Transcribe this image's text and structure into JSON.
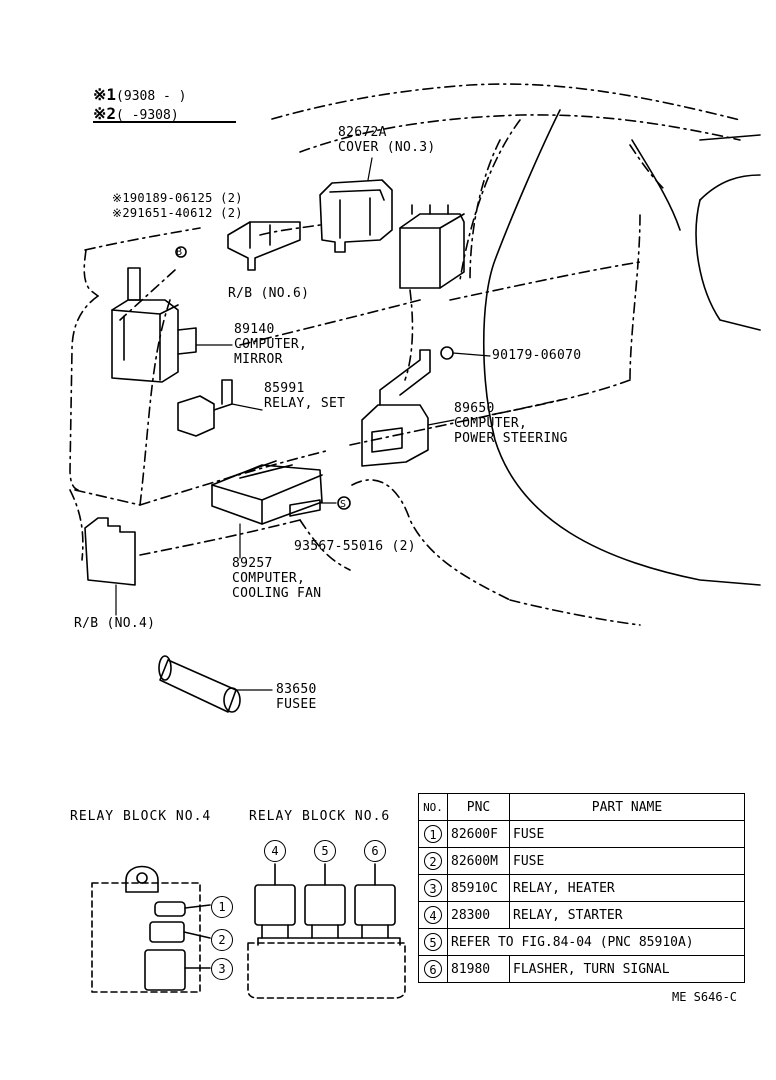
{
  "legend": {
    "row1_mark": "※1",
    "row1_text": "(9308 -      )",
    "row2_mark": "※2",
    "row2_text": "(      -9308)"
  },
  "callouts": {
    "cover_pnc": "82672A",
    "cover_name": "COVER (NO.3)",
    "bolt1": "※190189-06125 (2)",
    "bolt2": "※291651-40612 (2)",
    "rb6": "R/B (NO.6)",
    "mirror_pnc": "89140",
    "mirror_name1": "COMPUTER,",
    "mirror_name2": "MIRROR",
    "screw": "90179-06070",
    "relay_pnc": "85991",
    "relay_name": "RELAY, SET",
    "ps_pnc": "89650",
    "ps_name1": "COMPUTER,",
    "ps_name2": "POWER STEERING",
    "screw2": "93567-55016 (2)",
    "fan_pnc": "89257",
    "fan_name1": "COMPUTER,",
    "fan_name2": "COOLING FAN",
    "rb4": "R/B (NO.4)",
    "fusee_pnc": "83650",
    "fusee_name": "FUSEE"
  },
  "blocks": {
    "relay4_title": "RELAY BLOCK NO.4",
    "relay6_title": "RELAY BLOCK NO.6",
    "markers4": [
      "1",
      "2",
      "3"
    ],
    "markers6": [
      "4",
      "5",
      "6"
    ]
  },
  "table": {
    "headers": [
      "NO.",
      "PNC",
      "PART NAME"
    ],
    "rows": [
      {
        "no": "1",
        "pnc": "82600F",
        "name": "FUSE"
      },
      {
        "no": "2",
        "pnc": "82600M",
        "name": "FUSE"
      },
      {
        "no": "3",
        "pnc": "85910C",
        "name": "RELAY, HEATER"
      },
      {
        "no": "4",
        "pnc": "28300",
        "name": "RELAY, STARTER"
      },
      {
        "no": "5",
        "ref": "REFER  TO FIG.84-04 (PNC  85910A)"
      },
      {
        "no": "6",
        "pnc": "81980",
        "name": "FLASHER, TURN SIGNAL"
      }
    ]
  },
  "figure_code": "ME S646-C"
}
